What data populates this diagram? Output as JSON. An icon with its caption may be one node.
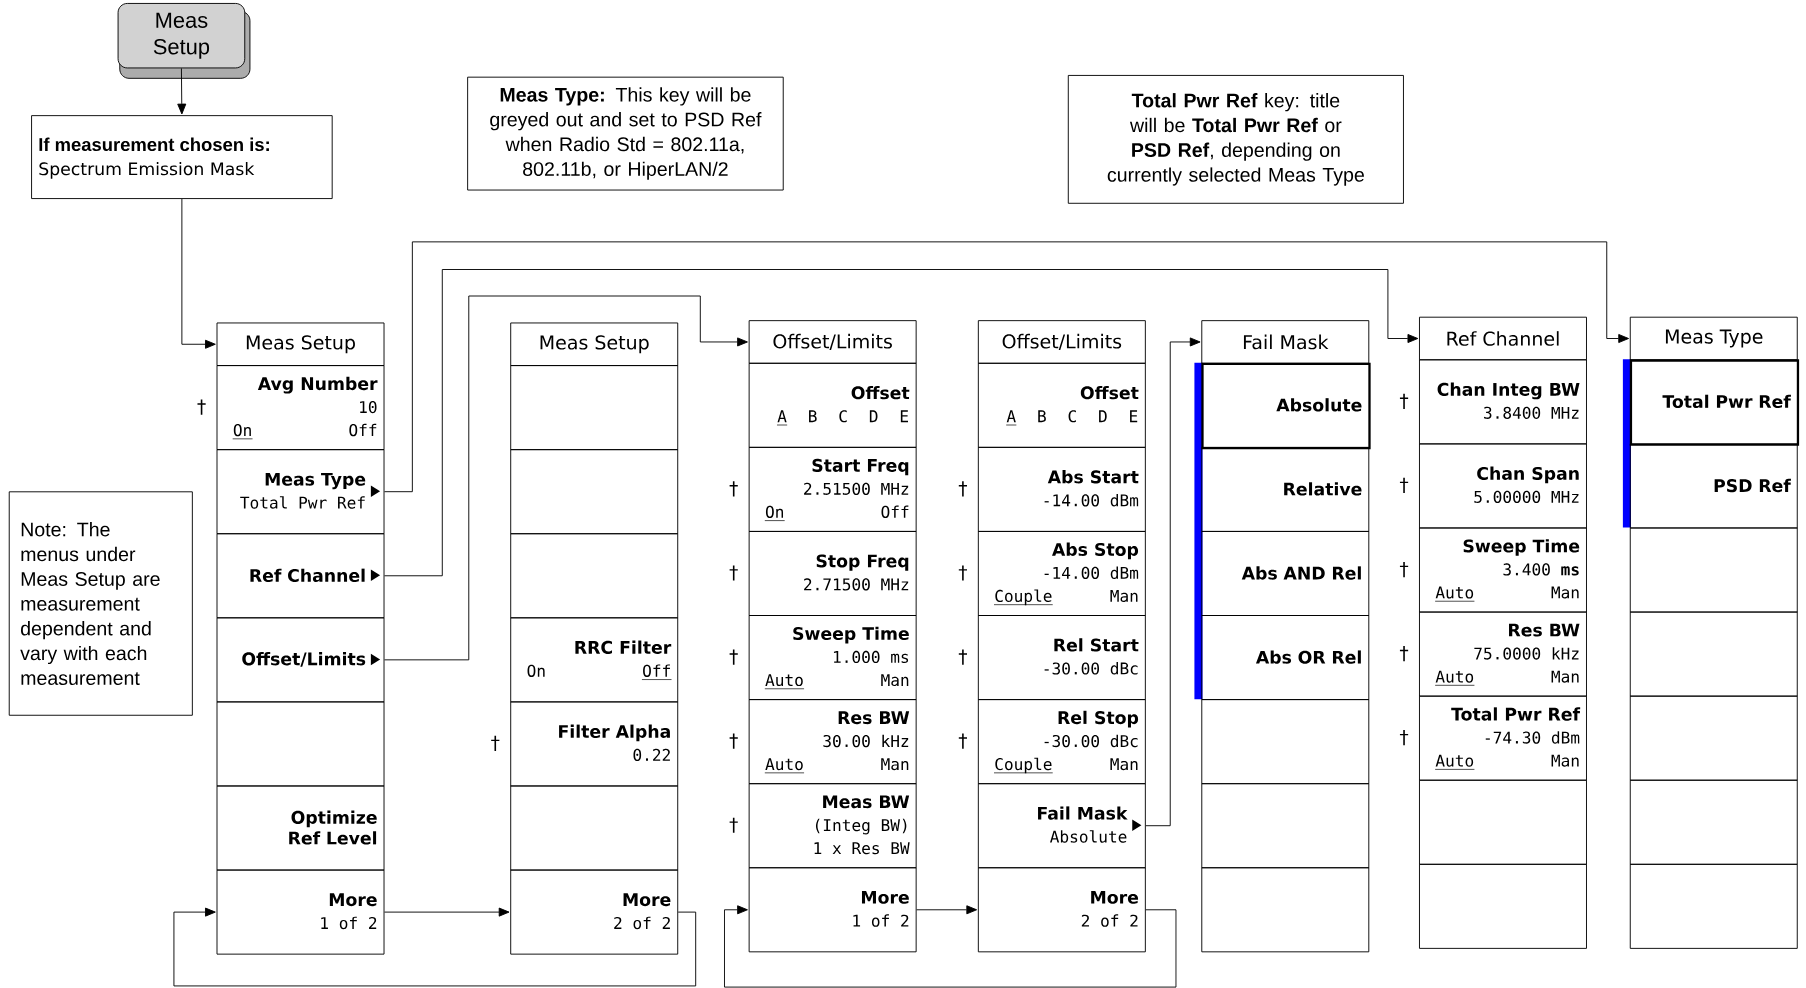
{
  "diagram": {
    "nodes": [
      {
        "text": [
          "Meas Setup"
        ]
      },
      {
        "text": [
          "If measurement chosen is:",
          "Spectrum Emission Mask"
        ]
      },
      {
        "text": [
          "**Meas Type:** This key will be greyed out and set to PSD Ref when Radio Std = 802.11a, 802.11b, or HiperLAN/2"
        ]
      },
      {
        "text": [
          "**Total Pwr Ref** key: title will be **Total Pwr Ref** or **PSD Ref**, depending on currently selected Meas Type"
        ]
      },
      {
        "text": [
          "Note: The menus under Meas Setup are measurement dependent and vary with each measurement"
        ]
      },
      {
        "text": [
          "Meas Setup"
        ]
      },
      {
        "text": [
          "Avg Number",
          "10",
          "On",
          "Off"
        ],
        "beside": [
          "†"
        ]
      },
      {
        "text": [
          "Meas Type",
          "Total Pwr Ref"
        ]
      },
      {
        "text": [
          "Ref Channel"
        ]
      },
      {
        "text": [
          "Offset/Limits"
        ]
      },
      {
        "text": [],
        "shape": "box"
      },
      {
        "text": [
          "Optimize Ref Level"
        ]
      },
      {
        "text": [
          "More",
          "1 of 2"
        ]
      },
      {
        "text": [
          "Meas Setup"
        ]
      },
      {
        "text": [],
        "shape": "box"
      },
      {
        "text": [],
        "shape": "box"
      },
      {
        "text": [],
        "shape": "box"
      },
      {
        "text": [
          "RRC Filter",
          "On",
          "Off"
        ]
      },
      {
        "text": [
          "Filter Alpha",
          "0.22"
        ],
        "beside": [
          "†"
        ]
      },
      {
        "text": [],
        "shape": "box"
      },
      {
        "text": [
          "More",
          "2 of 2"
        ]
      },
      {
        "text": [
          "Offset/Limits"
        ]
      },
      {
        "text": [
          "Offset",
          "A",
          "B",
          "C",
          "D",
          "E"
        ]
      },
      {
        "text": [
          "Start Freq",
          "2.51500 MHz",
          "On",
          "Off"
        ],
        "beside": [
          "†"
        ]
      },
      {
        "text": [
          "Stop Freq",
          "2.71500 MHz"
        ],
        "beside": [
          "†"
        ]
      },
      {
        "text": [
          "Sweep Time",
          "1.000 ms",
          "Auto",
          "Man"
        ],
        "beside": [
          "†"
        ]
      },
      {
        "text": [
          "Res BW",
          "30.00 kHz",
          "Auto",
          "Man"
        ],
        "beside": [
          "†"
        ]
      },
      {
        "text": [
          "Meas BW",
          "(Integ BW)",
          "1 x Res BW"
        ],
        "beside": [
          "†"
        ]
      },
      {
        "text": [
          "More",
          "1 of 2"
        ]
      },
      {
        "text": [
          "Offset/Limits"
        ]
      },
      {
        "text": [
          "Offset",
          "A",
          "B",
          "C",
          "D",
          "E"
        ]
      },
      {
        "text": [
          "Abs Start",
          "-14.00 dBm"
        ],
        "beside": [
          "†"
        ]
      },
      {
        "text": [
          "Abs Stop",
          "-14.00 dBm",
          "Couple",
          "Man"
        ],
        "beside": [
          "†"
        ]
      },
      {
        "text": [
          "Rel Start",
          "-30.00 dBc"
        ],
        "beside": [
          "†"
        ]
      },
      {
        "text": [
          "Rel Stop",
          "-30.00 dBc",
          "Couple",
          "Man"
        ],
        "beside": [
          "†"
        ]
      },
      {
        "text": [
          "Fail Mask",
          "Absolute"
        ]
      },
      {
        "text": [
          "More",
          "2 of 2"
        ]
      },
      {
        "text": [
          "Fail Mask"
        ]
      },
      {
        "text": [
          "Absolute"
        ]
      },
      {
        "text": [
          "Relative"
        ]
      },
      {
        "text": [
          "Abs AND Rel"
        ]
      },
      {
        "text": [
          "Abs OR Rel"
        ]
      },
      {
        "text": [],
        "shape": "box"
      },
      {
        "text": [],
        "shape": "box"
      },
      {
        "text": [],
        "shape": "box"
      },
      {
        "text": [
          "Ref Channel"
        ]
      },
      {
        "text": [
          "Chan Integ BW",
          "3.8400 MHz"
        ],
        "beside": [
          "†"
        ]
      },
      {
        "text": [
          "Chan Span",
          "5.00000 MHz"
        ],
        "beside": [
          "†"
        ]
      },
      {
        "text": [
          "Sweep Time",
          "3.400 **ms**",
          "Auto",
          "Man"
        ],
        "beside": [
          "†"
        ]
      },
      {
        "text": [
          "Res BW",
          "75.0000 kHz",
          "Auto",
          "Man"
        ],
        "beside": [
          "†"
        ]
      },
      {
        "text": [
          "Total Pwr Ref",
          "-74.30 dBm",
          "Auto",
          "Man"
        ],
        "beside": [
          "†"
        ]
      },
      {
        "text": [],
        "shape": "box"
      },
      {
        "text": [],
        "shape": "box"
      },
      {
        "text": [
          "Meas Type"
        ]
      },
      {
        "text": [
          "Total Pwr Ref"
        ]
      },
      {
        "text": [
          "PSD Ref"
        ]
      },
      {
        "text": [],
        "shape": "box"
      },
      {
        "text": [],
        "shape": "box"
      },
      {
        "text": [],
        "shape": "box"
      },
      {
        "text": [],
        "shape": "box"
      },
      {
        "text": [],
        "shape": "box"
      }
    ],
    "edges": [
      {
        "from": 0,
        "to": 1,
        "arrow": "to"
      },
      {
        "from": 1,
        "to": 5,
        "arrow": "to"
      },
      {
        "from": 7,
        "to": 53,
        "arrow": "to"
      },
      {
        "from": 8,
        "to": 45,
        "arrow": "to"
      },
      {
        "from": 9,
        "to": 21,
        "arrow": "to"
      },
      {
        "from": 12,
        "to": 20,
        "arrow": "to"
      },
      {
        "from": 20,
        "to": 12,
        "arrow": "to"
      },
      {
        "from": 28,
        "to": 36,
        "arrow": "to"
      },
      {
        "from": 36,
        "to": 28,
        "arrow": "to"
      },
      {
        "from": 35,
        "to": 37,
        "arrow": "to"
      }
    ]
  }
}
